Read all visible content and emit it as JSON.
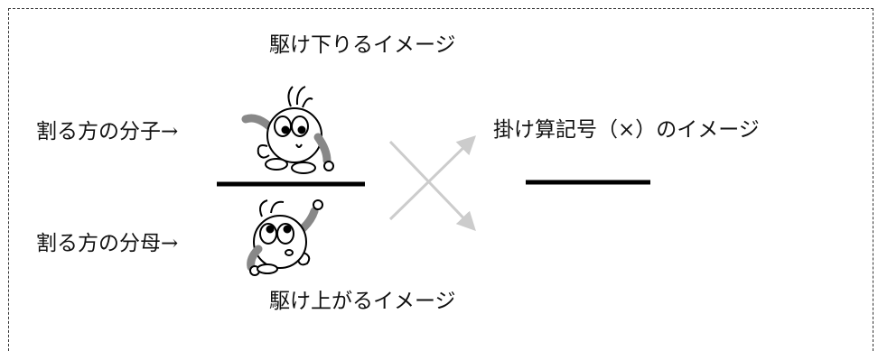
{
  "diagram": {
    "caption_top": "駆け下りるイメージ",
    "numerator_label": "割る方の分子→",
    "multiply_label": "掛け算記号（×）のイメージ",
    "denominator_label": "割る方の分母→",
    "caption_bottom": "駆け上がるイメージ"
  },
  "icons": {
    "character_top": "character-sliding-down-icon",
    "character_bottom": "character-climbing-up-icon",
    "cross": "cross-arrows-icon"
  },
  "colors": {
    "text": "#111111",
    "border": "#333333",
    "cross": "#cccccc",
    "bar": "#000000"
  }
}
